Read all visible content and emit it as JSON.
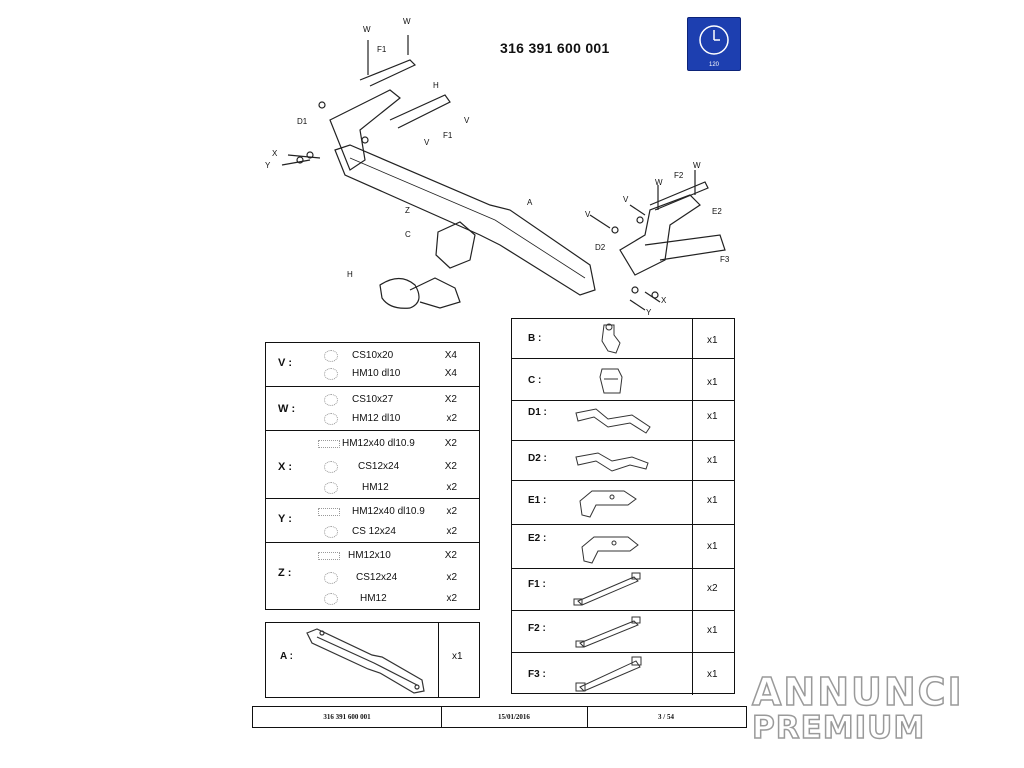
{
  "header": {
    "part_number": "316 391 600 001",
    "clock_value": "120"
  },
  "diagram": {
    "labels": {
      "W": "W",
      "F1": "F1",
      "H": "H",
      "D1": "D1",
      "X": "X",
      "Y": "Y",
      "V": "V",
      "Z": "Z",
      "C": "C",
      "A": "A",
      "F2": "F2",
      "E2": "E2",
      "D2": "D2",
      "F3": "F3"
    }
  },
  "fasteners": [
    {
      "key": "V :",
      "items": [
        {
          "desc": "CS10x20",
          "qty": "X4"
        },
        {
          "desc": "HM10 dl10",
          "qty": "X4"
        }
      ]
    },
    {
      "key": "W :",
      "items": [
        {
          "desc": "CS10x27",
          "qty": "X2"
        },
        {
          "desc": "HM12 dl10",
          "qty": "x2"
        }
      ]
    },
    {
      "key": "X :",
      "items": [
        {
          "desc": "HM12x40 dl10.9",
          "qty": "X2"
        },
        {
          "desc": "CS12x24",
          "qty": "X2"
        },
        {
          "desc": "HM12",
          "qty": "x2"
        }
      ]
    },
    {
      "key": "Y :",
      "items": [
        {
          "desc": "HM12x40 dl10.9",
          "qty": "x2"
        },
        {
          "desc": "CS 12x24",
          "qty": "x2"
        }
      ]
    },
    {
      "key": "Z :",
      "items": [
        {
          "desc": "HM12x10",
          "qty": "X2"
        },
        {
          "desc": "CS12x24",
          "qty": "x2"
        },
        {
          "desc": "HM12",
          "qty": "x2"
        }
      ]
    }
  ],
  "main_part": {
    "label": "A :",
    "qty": "x1"
  },
  "parts": [
    {
      "label": "B :",
      "qty": "x1"
    },
    {
      "label": "C :",
      "qty": "x1"
    },
    {
      "label": "D1 :",
      "qty": "x1"
    },
    {
      "label": "D2 :",
      "qty": "x1"
    },
    {
      "label": "E1 :",
      "qty": "x1"
    },
    {
      "label": "E2 :",
      "qty": "x1"
    },
    {
      "label": "F1 :",
      "qty": "x2"
    },
    {
      "label": "F2 :",
      "qty": "x1"
    },
    {
      "label": "F3 :",
      "qty": "x1"
    }
  ],
  "footer": {
    "part_number": "316 391 600 001",
    "date": "15/01/2016",
    "page": "3 / 54"
  },
  "watermark": {
    "line1": "ANNUNCI",
    "line2": "PREMIUM"
  }
}
